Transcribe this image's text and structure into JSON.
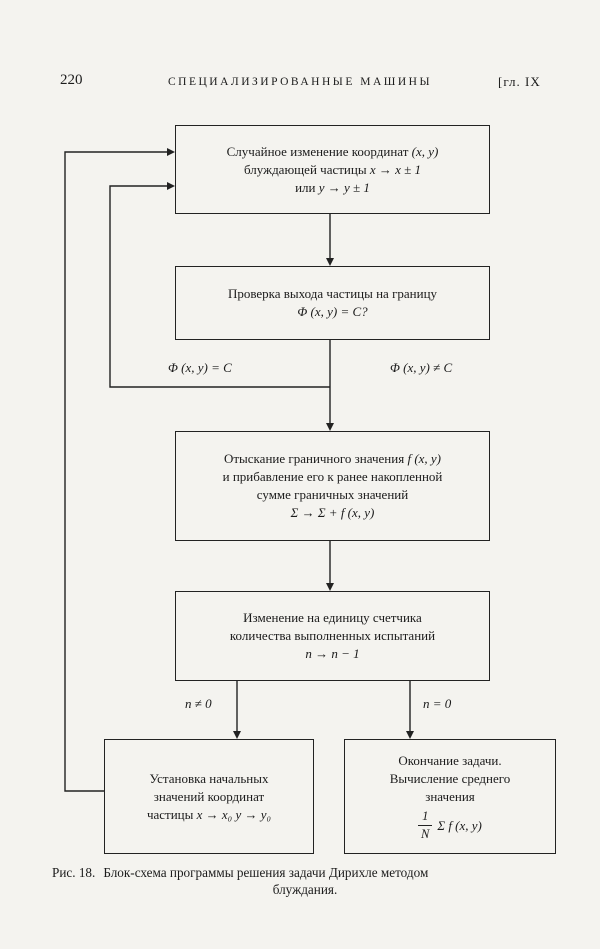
{
  "page": {
    "number": "220",
    "running_title": "СПЕЦИАЛИЗИРОВАННЫЕ МАШИНЫ",
    "chapter": "[гл. IX"
  },
  "boxes": {
    "random_step": {
      "line1_text": "Случайное изменение координат ",
      "line1_math": "(x, y)",
      "line2_text": "блуждающей частицы ",
      "line2_math": "x → x ± 1",
      "line3_text": "или ",
      "line3_math": "y → y ± 1"
    },
    "boundary_check": {
      "line1": "Проверка выхода частицы на границу",
      "line2_math": "Φ (x, y) = C?"
    },
    "boundary_value": {
      "line1_text": "Отыскание граничного значения ",
      "line1_math": "f (x, y)",
      "line2": "и прибавление его к ранее накопленной",
      "line3": "сумме граничных значений",
      "line4_math": "Σ → Σ + f (x, y)"
    },
    "counter": {
      "line1": "Изменение на единицу счетчика",
      "line2": "количества выполненных испытаний",
      "line3_math": "n → n − 1"
    },
    "reset": {
      "line1": "Установка начальных",
      "line2": "значений координат",
      "line3_text": "частицы ",
      "line3_math": "x → x₀  y → y₀"
    },
    "finish": {
      "line1": "Окончание задачи.",
      "line2": "Вычисление среднего",
      "line3": "значения",
      "frac_num": "1",
      "frac_den": "N",
      "sum_math": "Σ f (x, y)"
    }
  },
  "branch_labels": {
    "phi_equal": "Φ (x, y) = C",
    "phi_not_equal": "Φ (x, y) ≠ C",
    "n_not_zero": "n ≠ 0",
    "n_zero": "n = 0"
  },
  "caption": {
    "figure": "Рис. 18.",
    "text": "Блок-схема программы решения задачи Дирихле методом",
    "text2": "блуждания."
  }
}
